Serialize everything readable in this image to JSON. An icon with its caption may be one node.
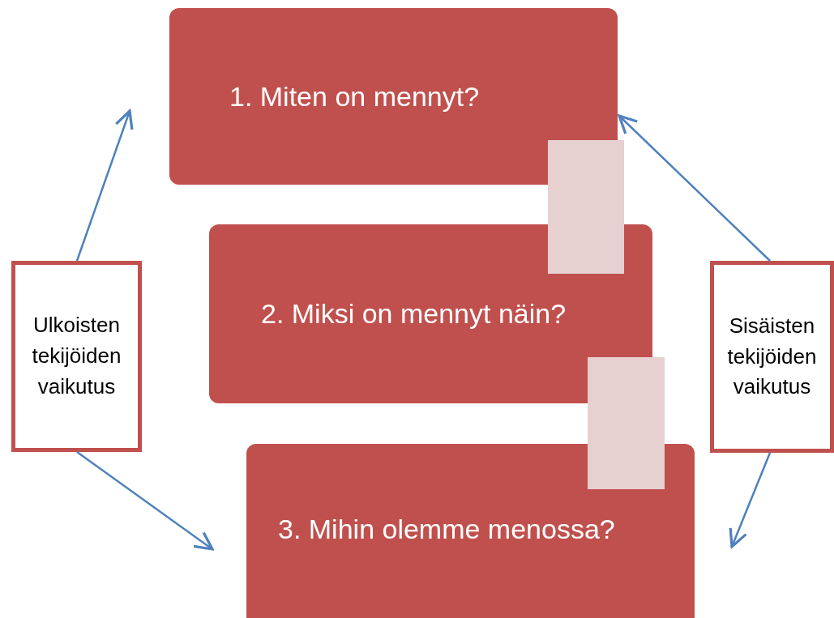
{
  "diagram": {
    "nodes": [
      {
        "text": [
          "1. Miten on mennyt?"
        ]
      },
      {
        "text": [
          "2. Miksi on mennyt näin?"
        ]
      },
      {
        "text": [
          "3. Mihin olemme menossa?"
        ]
      },
      {
        "text": [
          "Ulkoisten tekijöiden vaikutus"
        ]
      },
      {
        "text": [
          "Sisäisten tekijöiden vaikutus"
        ]
      },
      {
        "text": [],
        "shape": "box"
      },
      {
        "text": [],
        "shape": "box"
      }
    ],
    "edges": [
      {
        "from": 3,
        "to": 0,
        "arrow": "to"
      },
      {
        "from": 3,
        "to": 2,
        "arrow": "to"
      },
      {
        "from": 4,
        "to": 0,
        "arrow": "to"
      },
      {
        "from": 4,
        "to": 2,
        "arrow": "to"
      }
    ]
  }
}
